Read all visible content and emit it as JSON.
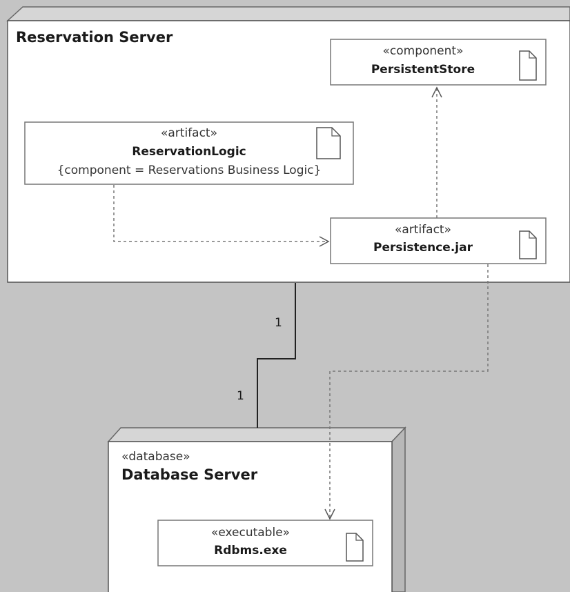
{
  "reservation_server": {
    "title": "Reservation Server"
  },
  "persistent_store": {
    "stereotype": "«component»",
    "name": "PersistentStore"
  },
  "reservation_logic": {
    "stereotype": "«artifact»",
    "name": "ReservationLogic",
    "property": "{component = Reservations Business Logic}"
  },
  "persistence_jar": {
    "stereotype": "«artifact»",
    "name": "Persistence.jar"
  },
  "database_server": {
    "stereotype": "«database»",
    "title": "Database Server"
  },
  "rdbms_exe": {
    "stereotype": "«executable»",
    "name": "Rdbms.exe"
  },
  "association": {
    "multiplicity_top": "1",
    "multiplicity_bottom": "1"
  }
}
